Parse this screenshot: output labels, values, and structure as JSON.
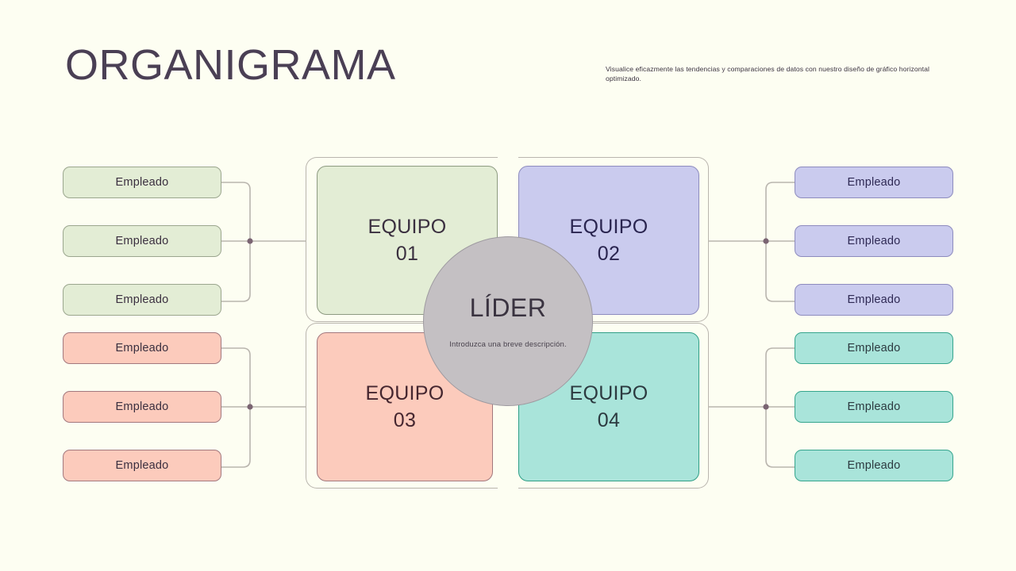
{
  "header": {
    "title": "ORGANIGRAMA",
    "subtitle": "Visualice eficazmente las tendencias y comparaciones de datos con nuestro diseño de gráfico horizontal optimizado."
  },
  "leader": {
    "title": "LÍDER",
    "description": "Introduzca una breve descripción."
  },
  "teams": [
    {
      "label": "EQUIPO 01",
      "color": "#E3EDD5",
      "border": "#8D9A81"
    },
    {
      "label": "EQUIPO 02",
      "color": "#CACBEE",
      "border": "#8D8BBE"
    },
    {
      "label": "EQUIPO 03",
      "color": "#FCCBBC",
      "border": "#A3787E"
    },
    {
      "label": "EQUIPO 04",
      "color": "#A9E4DA",
      "border": "#2F9E86"
    }
  ],
  "employees": {
    "team01": [
      {
        "label": "Empleado"
      },
      {
        "label": "Empleado"
      },
      {
        "label": "Empleado"
      }
    ],
    "team02": [
      {
        "label": "Empleado"
      },
      {
        "label": "Empleado"
      },
      {
        "label": "Empleado"
      }
    ],
    "team03": [
      {
        "label": "Empleado"
      },
      {
        "label": "Empleado"
      },
      {
        "label": "Empleado"
      }
    ],
    "team04": [
      {
        "label": "Empleado"
      },
      {
        "label": "Empleado"
      },
      {
        "label": "Empleado"
      }
    ]
  },
  "palette": {
    "background": "#FDFEF2",
    "title_color": "#4A3F54",
    "connector": "#B9B5AE",
    "junction_dot": "#7A6472",
    "leader_fill": "#C4C0C3"
  }
}
